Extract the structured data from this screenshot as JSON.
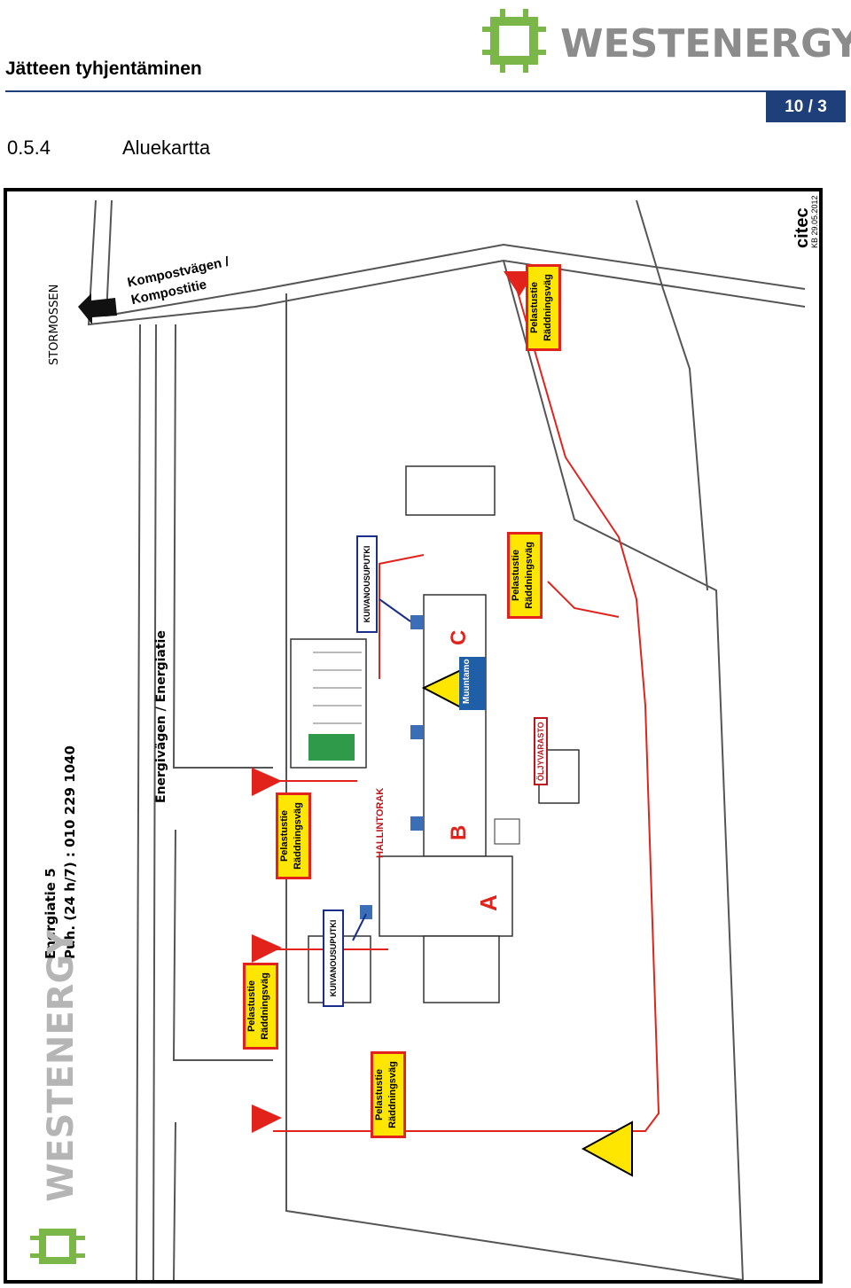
{
  "header": {
    "title": "Jätteen tyhjentäminen",
    "brand": "WESTENERGY",
    "page": "10 / 3"
  },
  "section": {
    "number": "0.5.4",
    "title": "Aluekartta"
  },
  "map": {
    "road_north": "Kompostvägen /",
    "road_north_2": "Kompostitie",
    "stormossen": "STORMOSSEN",
    "road_main": "Energivägen / Energiatie",
    "address": "Energiatie 5",
    "phone": "Puh.   (24 h/7) : 010 229 1040",
    "brand_vertical": "WESTENERGY",
    "rescue_fi": "Pelastustie",
    "rescue_sv": "Räddningsväg",
    "dry_riser": "KUIVANOUSUPUTKI",
    "admin": "HALLINTORAK",
    "oil_storage": "ÖLJYVARASTO",
    "substation": "Muuntamo",
    "building_a": "A",
    "building_b": "B",
    "building_c": "C",
    "citec": "citec",
    "citec_date": "KB 29.05.2012"
  },
  "colors": {
    "header_blue": "#1f3f7a",
    "rescue_red": "#e1231c",
    "sign_yellow": "#ffe600",
    "riser_blue": "#1a2f8a",
    "road_grey": "#555555",
    "brand_grey": "#8c8c8c",
    "logo_green": "#7ab648"
  }
}
